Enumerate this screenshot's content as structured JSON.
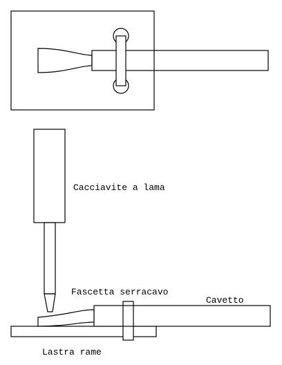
{
  "labels": {
    "screwdriver": "Cacciavite a lama",
    "cable_tie": "Fascetta serracavo",
    "cable": "Cavetto",
    "copper_plate": "Lastra rame"
  },
  "colors": {
    "stroke": "#000000",
    "background": "#ffffff"
  }
}
